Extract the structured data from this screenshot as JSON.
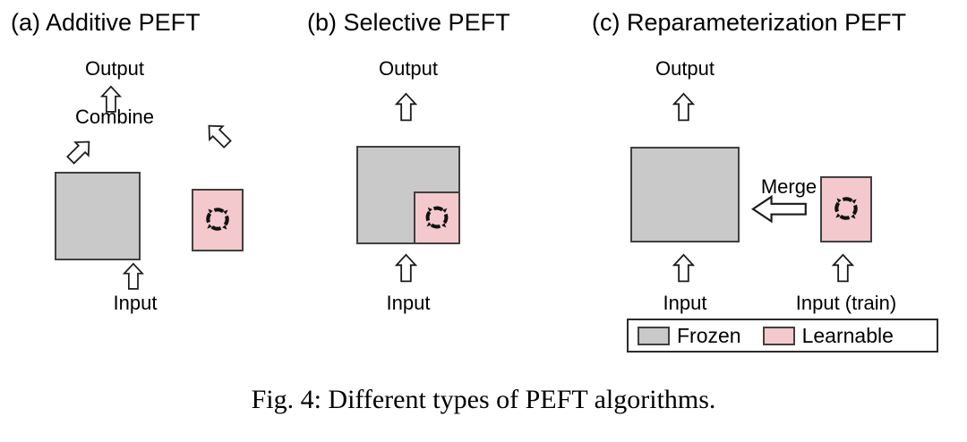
{
  "figure": {
    "caption": "Fig. 4: Different types of PEFT algorithms.",
    "colors": {
      "frozen_fill": "#c9c9c9",
      "learnable_fill": "#f3c9cd",
      "box_stroke": "#404040",
      "arrow_stroke": "#1a1a1a",
      "background": "#ffffff",
      "text": "#000000"
    }
  },
  "panels": [
    {
      "id": "a",
      "title": "(a) Additive PEFT",
      "labels": {
        "output": "Output",
        "combine": "Combine",
        "input": "Input"
      },
      "blocks": [
        {
          "name": "frozen-block",
          "kind": "Frozen",
          "icon": null
        },
        {
          "name": "learnable-block",
          "kind": "Learnable",
          "icon": "rotate-arrows-icon"
        }
      ],
      "arrows": [
        {
          "name": "output-arrow",
          "direction": "up"
        },
        {
          "name": "combine-left-arrow",
          "direction": "up-right"
        },
        {
          "name": "combine-right-arrow",
          "direction": "up-left"
        },
        {
          "name": "input-arrow",
          "direction": "up"
        }
      ]
    },
    {
      "id": "b",
      "title": "(b) Selective PEFT",
      "labels": {
        "output": "Output",
        "input": "Input"
      },
      "blocks": [
        {
          "name": "frozen-block",
          "kind": "Frozen",
          "icon": null
        },
        {
          "name": "learnable-subblock",
          "kind": "Learnable",
          "icon": "rotate-arrows-icon"
        }
      ],
      "arrows": [
        {
          "name": "output-arrow",
          "direction": "up"
        },
        {
          "name": "input-arrow",
          "direction": "up"
        }
      ]
    },
    {
      "id": "c",
      "title": "(c) Reparameterization PEFT",
      "labels": {
        "output": "Output",
        "merge": "Merge",
        "input": "Input",
        "input_train": "Input (train)"
      },
      "blocks": [
        {
          "name": "frozen-block",
          "kind": "Frozen",
          "icon": null
        },
        {
          "name": "learnable-block",
          "kind": "Learnable",
          "icon": "rotate-arrows-icon"
        }
      ],
      "arrows": [
        {
          "name": "output-arrow",
          "direction": "up"
        },
        {
          "name": "merge-arrow",
          "direction": "left"
        },
        {
          "name": "input-arrow",
          "direction": "up"
        },
        {
          "name": "input-train-arrow",
          "direction": "up"
        }
      ]
    }
  ],
  "legend": {
    "items": [
      {
        "label": "Frozen",
        "color": "#c9c9c9"
      },
      {
        "label": "Learnable",
        "color": "#f3c9cd"
      }
    ]
  }
}
